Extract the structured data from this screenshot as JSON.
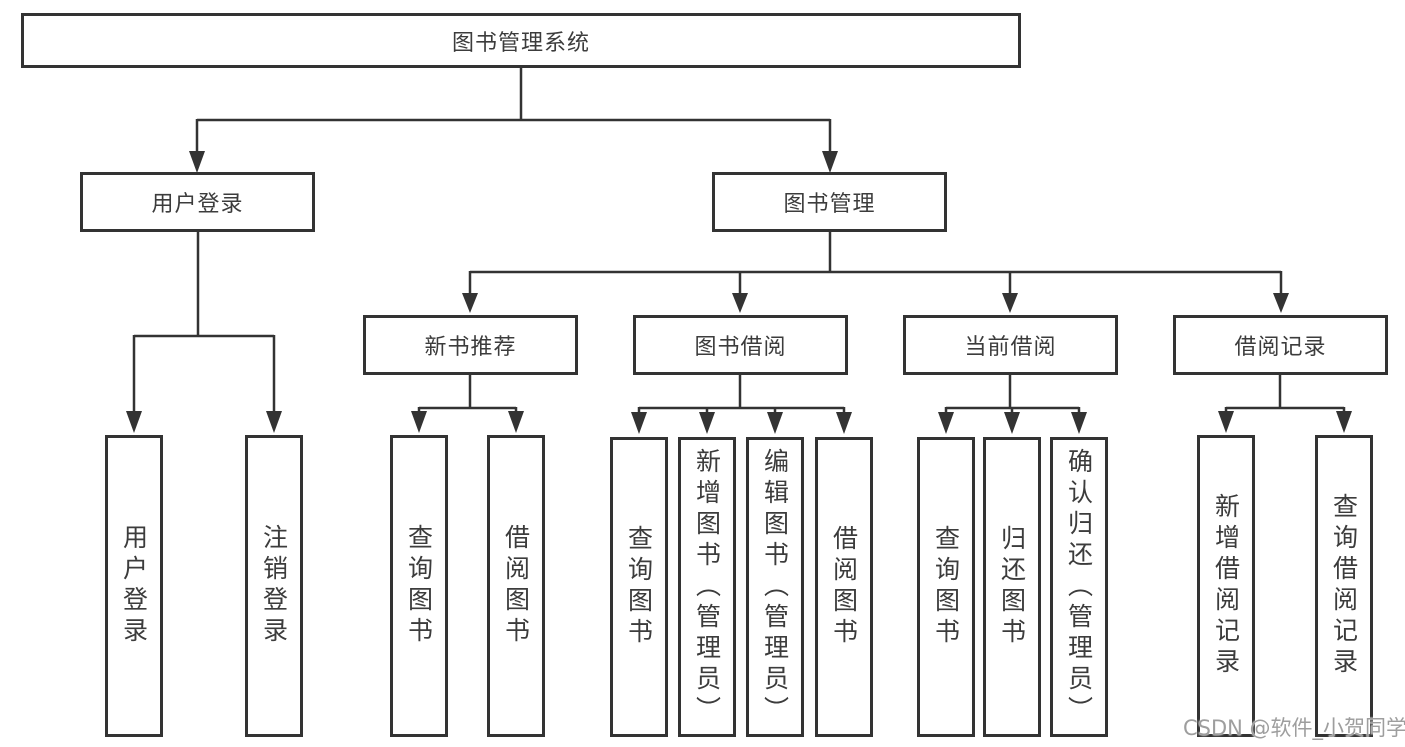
{
  "diagram": {
    "title_node": {
      "label": "图书管理系统"
    },
    "level2": [
      {
        "id": "user-login",
        "label": "用户登录"
      },
      {
        "id": "book-management",
        "label": "图书管理"
      }
    ],
    "level3": [
      {
        "id": "new-book-recommend",
        "parent": "图书管理",
        "label": "新书推荐"
      },
      {
        "id": "book-borrow",
        "parent": "图书管理",
        "label": "图书借阅"
      },
      {
        "id": "current-borrow",
        "parent": "图书管理",
        "label": "当前借阅"
      },
      {
        "id": "borrow-records",
        "parent": "图书管理",
        "label": "借阅记录"
      }
    ],
    "leaves": [
      {
        "parent": "用户登录",
        "label": "用户登录"
      },
      {
        "parent": "用户登录",
        "label": "注销登录"
      },
      {
        "parent": "新书推荐",
        "label": "查询图书"
      },
      {
        "parent": "新书推荐",
        "label": "借阅图书"
      },
      {
        "parent": "图书借阅",
        "label": "查询图书"
      },
      {
        "parent": "图书借阅",
        "label": "新增图书（管理员）"
      },
      {
        "parent": "图书借阅",
        "label": "编辑图书（管理员）"
      },
      {
        "parent": "图书借阅",
        "label": "借阅图书"
      },
      {
        "parent": "当前借阅",
        "label": "查询图书"
      },
      {
        "parent": "当前借阅",
        "label": "归还图书"
      },
      {
        "parent": "当前借阅",
        "label": "确认归还（管理员）"
      },
      {
        "parent": "借阅记录",
        "label": "新增借阅记录"
      },
      {
        "parent": "借阅记录",
        "label": "查询借阅记录"
      }
    ],
    "colors": {
      "line": "#333333",
      "text": "#3c3c3c",
      "background": "#ffffff",
      "watermark": "#9e9e9e"
    },
    "watermark": "CSDN @软件_小贺同学"
  }
}
